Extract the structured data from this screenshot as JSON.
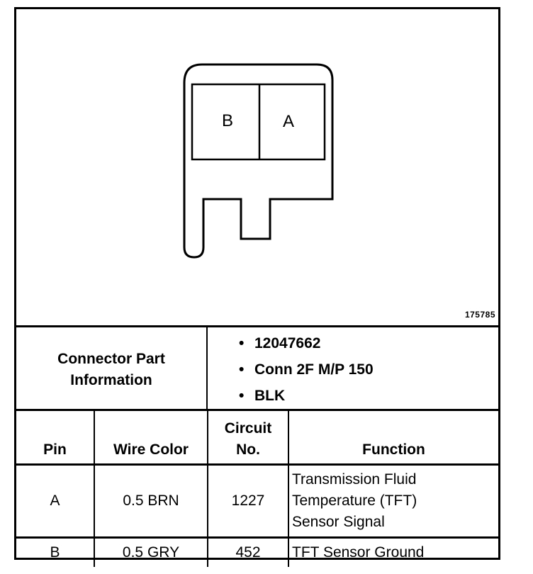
{
  "diagram": {
    "figure_number": "175785",
    "cavity_labels": [
      "B",
      "A"
    ]
  },
  "connector_info": {
    "label_line1": "Connector Part",
    "label_line2": "Information",
    "items": [
      "12047662",
      "Conn 2F M/P 150",
      "BLK"
    ]
  },
  "table": {
    "headers": {
      "pin": "Pin",
      "wire_color": "Wire Color",
      "circuit_line1": "Circuit",
      "circuit_line2": "No.",
      "function": "Function"
    },
    "rows": [
      {
        "pin": "A",
        "wire_color": "0.5 BRN",
        "circuit": "1227",
        "function_lines": [
          "Transmission Fluid",
          "Temperature (TFT)",
          "Sensor Signal"
        ]
      },
      {
        "pin": "B",
        "wire_color": "0.5 GRY",
        "circuit": "452",
        "function_lines": [
          "TFT Sensor Ground"
        ]
      }
    ]
  }
}
